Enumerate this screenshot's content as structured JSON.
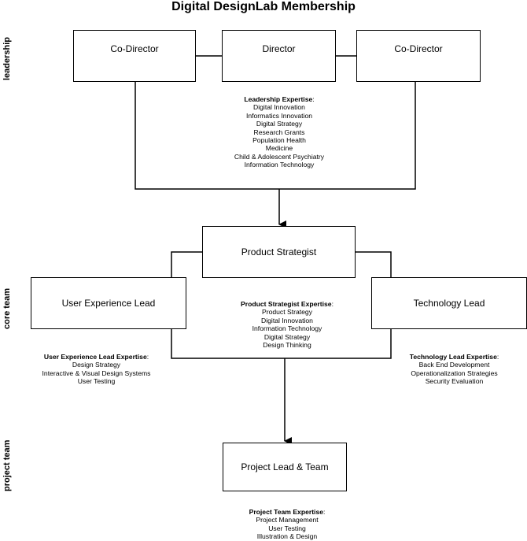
{
  "title": "Digital DesignLab Membership",
  "sections": {
    "leadership": "leadership",
    "core_team": "core team",
    "project_team": "project team"
  },
  "leadership": {
    "left": "Co-Director",
    "center": "Director",
    "right": "Co-Director",
    "expertise_title": "Leadership Expertise",
    "expertise": [
      "Digital Innovation",
      "Informatics Innovation",
      "Digital Strategy",
      "Research Grants",
      "Population Health",
      "Medicine",
      "Child & Adolescent Psychiatry",
      "Information Technology"
    ]
  },
  "product_strategist": {
    "label": "Product Strategist",
    "expertise_title": "Product Strategist Expertise",
    "expertise": [
      "Product Strategy",
      "Digital Innovation",
      "Information Technology",
      "Digital Strategy",
      "Design Thinking"
    ]
  },
  "ux_lead": {
    "label": "User Experience Lead",
    "expertise_title": "User Experience Lead Expertise",
    "expertise": [
      "Design Strategy",
      "Interactive & Visual Design Systems",
      "User Testing"
    ]
  },
  "tech_lead": {
    "label": "Technology Lead",
    "expertise_title": "Technology Lead Expertise",
    "expertise": [
      "Back End Development",
      "Operationalization Strategies",
      "Security Evaluation"
    ]
  },
  "project": {
    "label": "Project Lead & Team",
    "expertise_title": "Project Team Expertise",
    "expertise": [
      "Project Management",
      "User Testing",
      "Illustration & Design"
    ]
  }
}
